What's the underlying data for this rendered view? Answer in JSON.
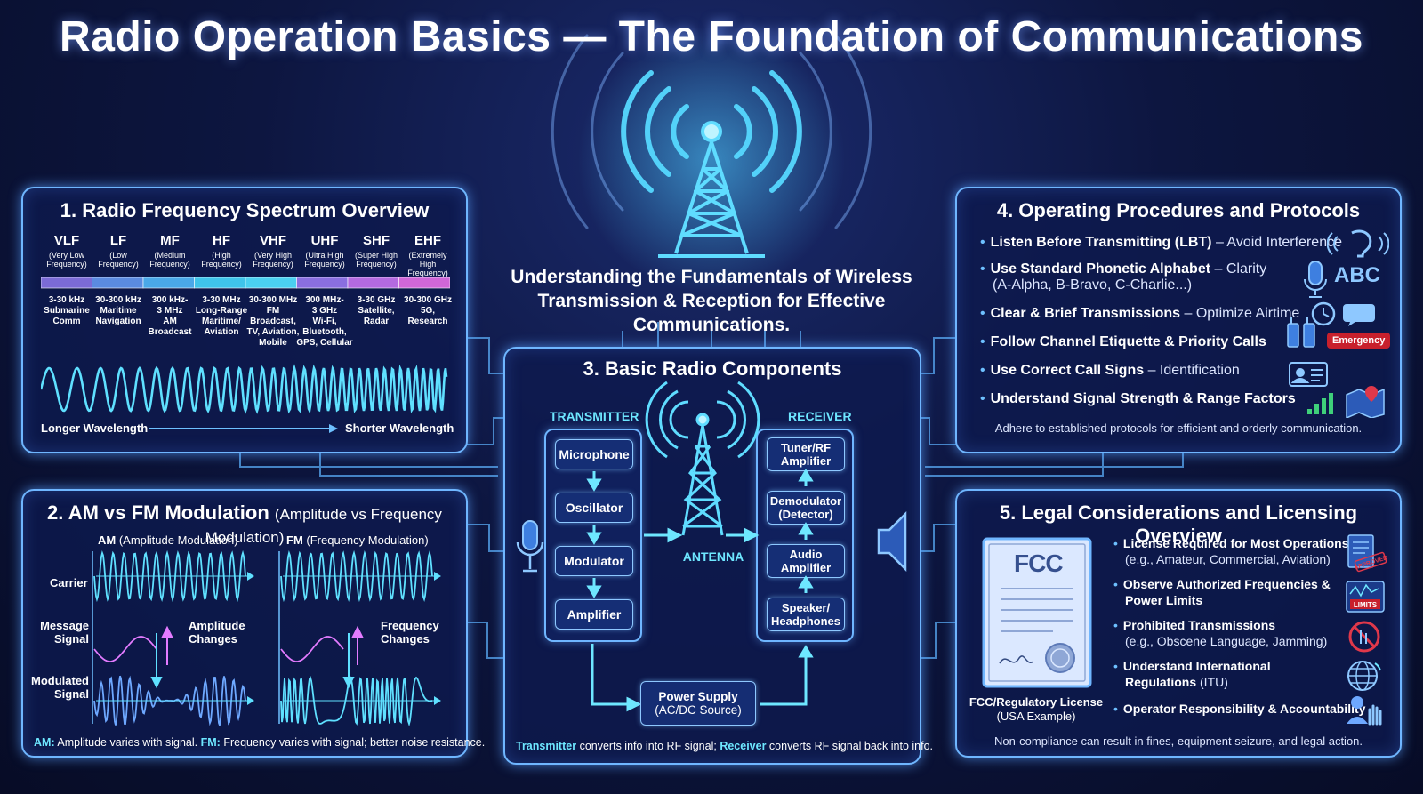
{
  "title": "Radio Operation Basics — The Foundation of Communications",
  "subtitle_line1": "Understanding the Fundamentals of Wireless",
  "subtitle_line2": "Transmission & Reception for Effective Communications.",
  "spectrum": {
    "title": "1. Radio Frequency Spectrum Overview",
    "bands": [
      {
        "code": "VLF",
        "name1": "(Very Low",
        "name2": "Frequency)",
        "r1": "3-30 kHz",
        "r2": "Submarine",
        "r3": "Comm",
        "r4": "",
        "r5": "",
        "color": "#7b6bd6"
      },
      {
        "code": "LF",
        "name1": "(Low",
        "name2": "Frequency)",
        "r1": "30-300 kHz",
        "r2": "Maritime",
        "r3": "Navigation",
        "r4": "",
        "r5": "",
        "color": "#5b8be0"
      },
      {
        "code": "MF",
        "name1": "(Medium",
        "name2": "Frequency)",
        "r1": "300 kHz-",
        "r2": "3 MHz",
        "r3": "AM",
        "r4": "Broadcast",
        "r5": "",
        "color": "#4aa8e8"
      },
      {
        "code": "HF",
        "name1": "(High",
        "name2": "Frequency)",
        "r1": "3-30 MHz",
        "r2": "Long-Range",
        "r3": "Maritime/",
        "r4": "Aviation",
        "r5": "",
        "color": "#3fc4ea"
      },
      {
        "code": "VHF",
        "name1": "(Very High",
        "name2": "Frequency)",
        "r1": "30-300 MHz",
        "r2": "FM",
        "r3": "Broadcast,",
        "r4": "TV, Aviation,",
        "r5": "Mobile",
        "color": "#4bd0f0"
      },
      {
        "code": "UHF",
        "name1": "(Ultra High",
        "name2": "Frequency)",
        "r1": "300 MHz-",
        "r2": "3 GHz",
        "r3": "Wi-Fi,",
        "r4": "Bluetooth,",
        "r5": "GPS, Cellular",
        "color": "#8a6fe0"
      },
      {
        "code": "SHF",
        "name1": "(Super High",
        "name2": "Frequency)",
        "r1": "3-30 GHz",
        "r2": "Satellite,",
        "r3": "Radar",
        "r4": "",
        "r5": "",
        "color": "#b46ae0"
      },
      {
        "code": "EHF",
        "name1": "(Extremely",
        "name2": "High Frequency)",
        "r1": "30-300 GHz",
        "r2": "5G,",
        "r3": "Research",
        "r4": "",
        "r5": "",
        "color": "#d067d8"
      }
    ],
    "longer": "Longer Wavelength",
    "shorter": "Shorter Wavelength"
  },
  "modulation": {
    "title_main": "2. AM vs FM Modulation",
    "title_paren": "(Amplitude vs Frequency Modulation)",
    "am_head_bold": "AM",
    "am_head_rest": "(Amplitude Modulation)",
    "fm_head_bold": "FM",
    "fm_head_rest": "(Frequency Modulation)",
    "row_carrier": "Carrier",
    "row_message1": "Message",
    "row_message2": "Signal",
    "row_modulated1": "Modulated",
    "row_modulated2": "Signal",
    "am_change1": "Amplitude",
    "am_change2": "Changes",
    "fm_change1": "Frequency",
    "fm_change2": "Changes",
    "footer_am_bold": "AM:",
    "footer_am": "Amplitude varies with signal.",
    "footer_fm_bold": "FM:",
    "footer_fm": "Frequency varies with signal; better noise resistance."
  },
  "components": {
    "title": "3. Basic Radio Components",
    "transmitter_label": "TRANSMITTER",
    "receiver_label": "RECEIVER",
    "antenna_label": "ANTENNA",
    "tx": [
      "Microphone",
      "Oscillator",
      "Modulator",
      "Amplifier"
    ],
    "rx": [
      [
        "Tuner/RF",
        "Amplifier"
      ],
      [
        "Demodulator",
        "(Detector)"
      ],
      [
        "Audio",
        "Amplifier"
      ],
      [
        "Speaker/",
        "Headphones"
      ]
    ],
    "power1": "Power Supply",
    "power2": "(AC/DC Source)",
    "footer_tx_bold": "Transmitter",
    "footer_tx": "converts info into RF signal;",
    "footer_rx_bold": "Receiver",
    "footer_rx": "converts RF signal back into info."
  },
  "procedures": {
    "title": "4. Operating Procedures and Protocols",
    "items": [
      {
        "bold": "Listen Before Transmitting (LBT)",
        "rest": "– Avoid Interference",
        "line2": ""
      },
      {
        "bold": "Use Standard Phonetic Alphabet",
        "rest": "– Clarity",
        "line2": "(A-Alpha, B-Bravo, C-Charlie...)"
      },
      {
        "bold": "Clear & Brief Transmissions",
        "rest": "– Optimize Airtime",
        "line2": ""
      },
      {
        "bold": "Follow Channel Etiquette & Priority Calls",
        "rest": "",
        "line2": ""
      },
      {
        "bold": "Use Correct Call Signs",
        "rest": "– Identification",
        "line2": ""
      },
      {
        "bold": "Understand Signal Strength & Range Factors",
        "rest": "",
        "line2": ""
      }
    ],
    "abc": "ABC",
    "emergency": "Emergency",
    "footer": "Adhere to established protocols for efficient and orderly communication."
  },
  "legal": {
    "title": "5. Legal Considerations and Licensing Overview",
    "fcc": "FCC",
    "license1": "FCC/Regulatory License",
    "license2": "(USA Example)",
    "items": [
      {
        "bold1": "License Required for Most Operations",
        "bold2": "",
        "rest": "(e.g., Amateur, Commercial, Aviation)"
      },
      {
        "bold1": "Observe Authorized Frequencies &",
        "bold2": "Power Limits",
        "rest": ""
      },
      {
        "bold1": "Prohibited Transmissions",
        "bold2": "",
        "rest": "(e.g., Obscene Language, Jamming)"
      },
      {
        "bold1": "Understand International",
        "bold2": "Regulations",
        "rest": "(ITU)"
      },
      {
        "bold1": "Operator Responsibility & Accountability",
        "bold2": "",
        "rest": ""
      }
    ],
    "approved": "APPROVED",
    "limits": "LIMITS",
    "footer": "Non-compliance can result in fines, equipment seizure, and legal action."
  },
  "colors": {
    "accent": "#6fb6ff",
    "cyan": "#6ee7ff",
    "pink": "#e37bff",
    "emergency": "#c8202c"
  }
}
